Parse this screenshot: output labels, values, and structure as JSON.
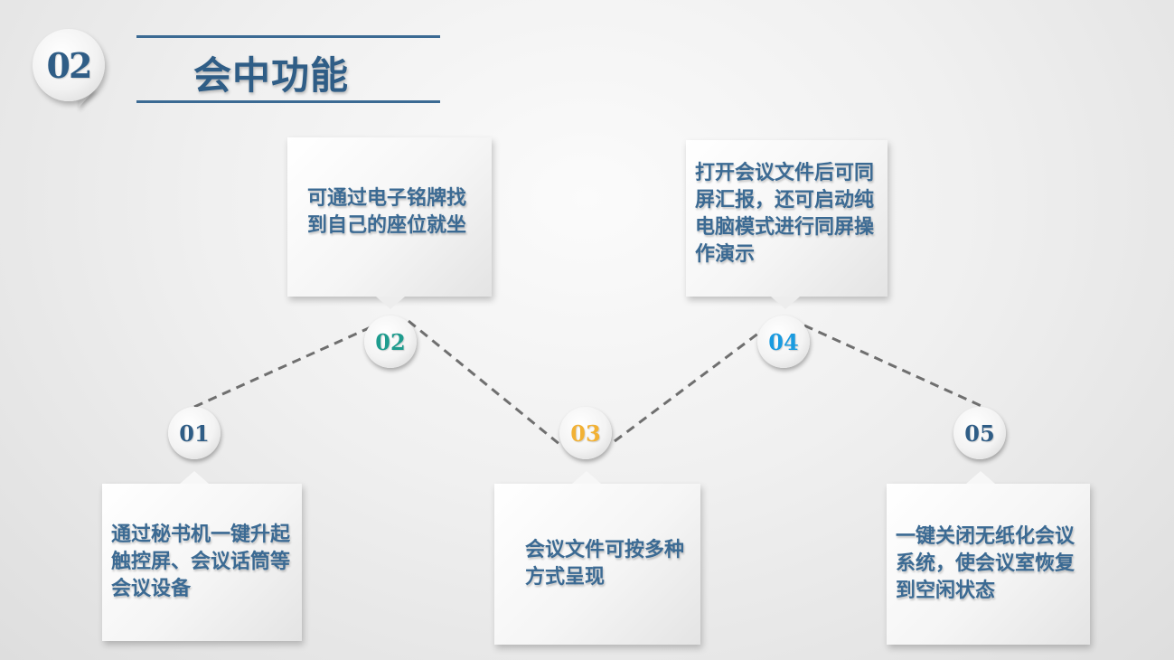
{
  "header": {
    "section_number": "02",
    "title": "会中功能"
  },
  "steps": [
    {
      "number": "01",
      "color": "#2f5d86",
      "text": "通过秘书机一键升起触控屏、会议话筒等会议设备"
    },
    {
      "number": "02",
      "color": "#1e9c8e",
      "text": "可通过电子铭牌找到自己的座位就坐"
    },
    {
      "number": "03",
      "color": "#f2b134",
      "text": "会议文件可按多种方式呈现"
    },
    {
      "number": "04",
      "color": "#1a9be0",
      "text": "打开会议文件后可同屏汇报，还可启动纯电脑模式进行同屏操作演示"
    },
    {
      "number": "05",
      "color": "#2f5d86",
      "text": "一键关闭无纸化会议系统，使会议室恢复到空闲状态"
    }
  ]
}
